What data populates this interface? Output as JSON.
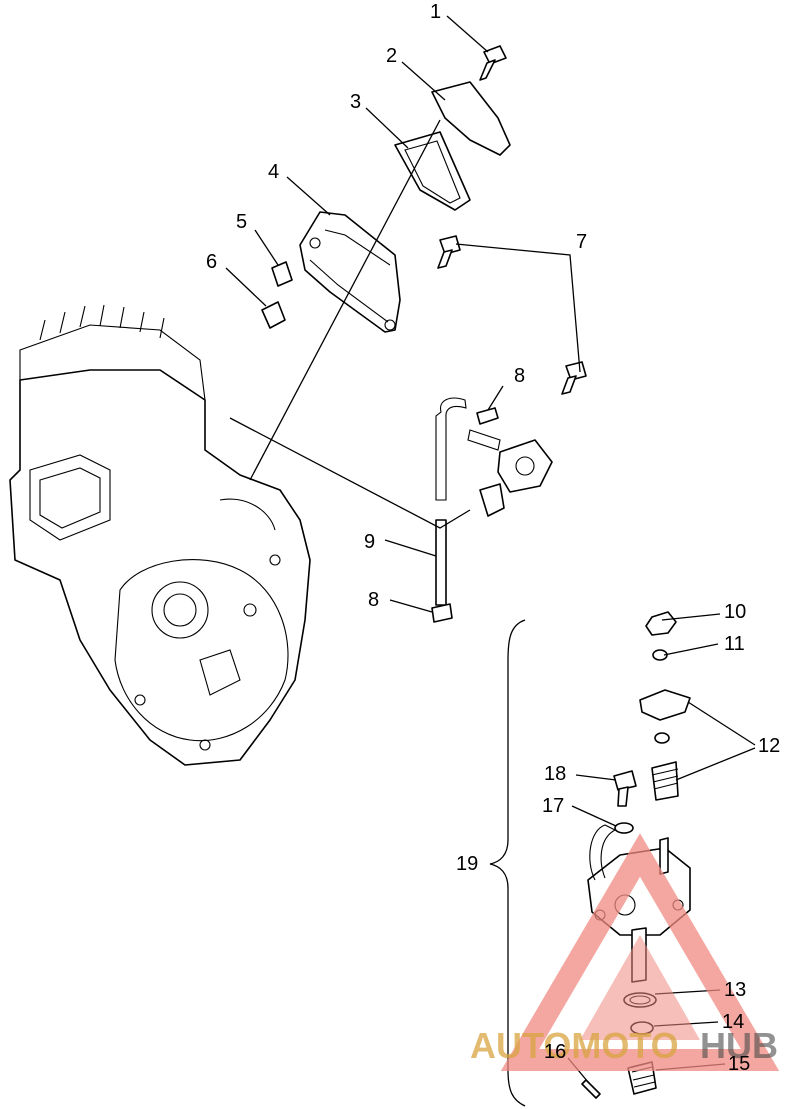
{
  "callouts": [
    "1",
    "2",
    "3",
    "4",
    "5",
    "6",
    "7",
    "8",
    "8",
    "9",
    "10",
    "11",
    "12",
    "13",
    "14",
    "15",
    "16",
    "17",
    "18",
    "19"
  ],
  "watermark": {
    "text_part1": "AUTOMOTO",
    "text_part2": "HUB",
    "color_primary": "#f08a80",
    "color_secondary": "#d9a441",
    "color_tertiary": "#4a4a4a"
  },
  "colors": {
    "ink": "#000000",
    "paper": "#ffffff"
  }
}
